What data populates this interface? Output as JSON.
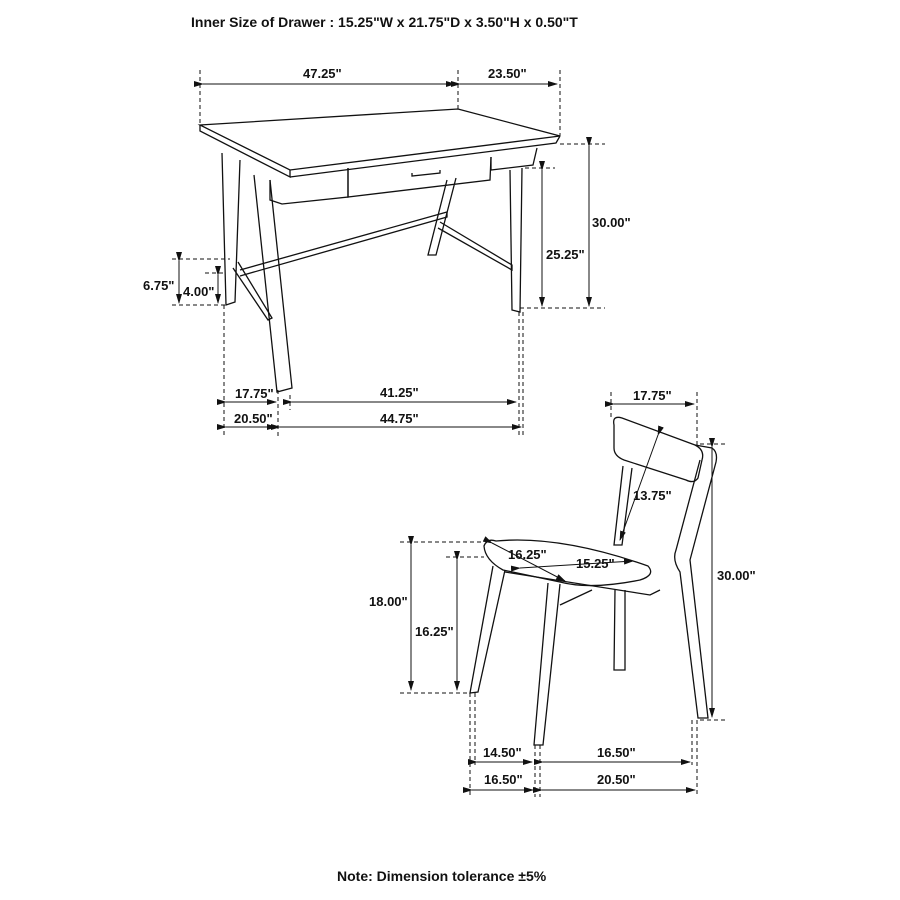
{
  "header": {
    "drawer_size": "Inner Size of Drawer : 15.25\"W x 21.75\"D x 3.50\"H x 0.50\"T"
  },
  "desk": {
    "width": "47.25\"",
    "depth": "23.50\"",
    "height": "30.00\"",
    "clearance_height": "25.25\"",
    "stretcher_height": "6.75\"",
    "stretcher_bottom": "4.00\"",
    "leg_depth_inner": "17.75\"",
    "leg_depth_outer": "20.50\"",
    "inner_width": "41.25\"",
    "outer_width": "44.75\""
  },
  "chair": {
    "back_width": "17.75\"",
    "back_height": "13.75\"",
    "height": "30.00\"",
    "seat_height": "18.00\"",
    "seat_front_height": "16.25\"",
    "seat_depth": "16.25\"",
    "seat_width": "15.25\"",
    "leg_inner_front": "14.50\"",
    "leg_outer_front": "16.50\"",
    "leg_inner_side": "16.50\"",
    "leg_outer_side": "20.50\""
  },
  "footer": {
    "note": "Note: Dimension tolerance ±5%"
  }
}
